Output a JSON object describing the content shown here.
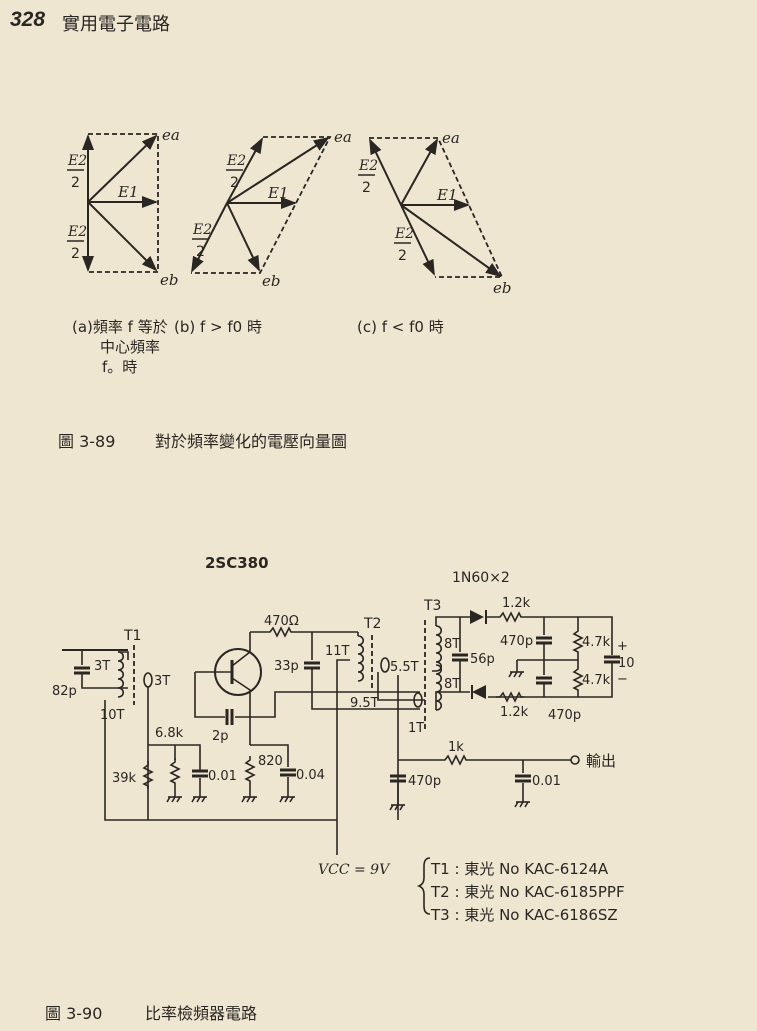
{
  "header": {
    "page_number": "328",
    "running_title": "實用電子電路"
  },
  "figure_3_89": {
    "vector_labels": {
      "half_e2_num": "E2",
      "half_e2_den": "2",
      "e1": "E1",
      "ea": "ea",
      "eb": "eb"
    },
    "subcaptions": {
      "a_line1": "(a)頻率 f 等於",
      "a_line2": "中心頻率",
      "a_line3": "f。時",
      "b": "(b)  f > f0 時",
      "c": "(c)  f < f0  時"
    },
    "caption_number": "圖 3-89",
    "caption_text": "對於頻率變化的電壓向量圖"
  },
  "figure_3_90": {
    "transistor": "2SC380",
    "diodes": "1N60×2",
    "transformers": {
      "t1": "T1",
      "t2": "T2",
      "t3": "T3"
    },
    "windings": {
      "t1_primary": "3T",
      "t1_total": "10T",
      "t1_secondary": "3T",
      "t2_primary": "11T",
      "t2_secondary": "9.5T",
      "t2_link": "1T",
      "t3_link": "5.5T",
      "t3_upper": "8T",
      "t3_lower": "8T"
    },
    "components": {
      "c_82p": "82p",
      "r_470ohm": "470Ω",
      "c_33p": "33p",
      "c_2p": "2p",
      "r_6_8k": "6.8k",
      "r_39k": "39k",
      "c_0_01a": "0.01",
      "r_820": "820",
      "c_0_04": "0.04",
      "c_56p": "56p",
      "r_1_2k_top": "1.2k",
      "r_1_2k_bot": "1.2k",
      "c_470p_top": "470p",
      "c_470p_bot": "470p",
      "r_4_7k_top": "4.7k",
      "r_4_7k_bot": "4.7k",
      "c_10": "10",
      "plus": "+",
      "minus": "−",
      "r_1k": "1k",
      "c_470p_out": "470p",
      "c_0_01b": "0.01"
    },
    "output_label": "輸出",
    "vcc_label": "VCC = 9V",
    "parts_list": [
      {
        "ref": "T1",
        "text": "東光 No KAC-6124A"
      },
      {
        "ref": "T2",
        "text": "東光 No KAC-6185PPF"
      },
      {
        "ref": "T3",
        "text": "東光 No KAC-6186SZ"
      }
    ],
    "caption_number": "圖 3-90",
    "caption_text": "比率檢頻器電路"
  }
}
